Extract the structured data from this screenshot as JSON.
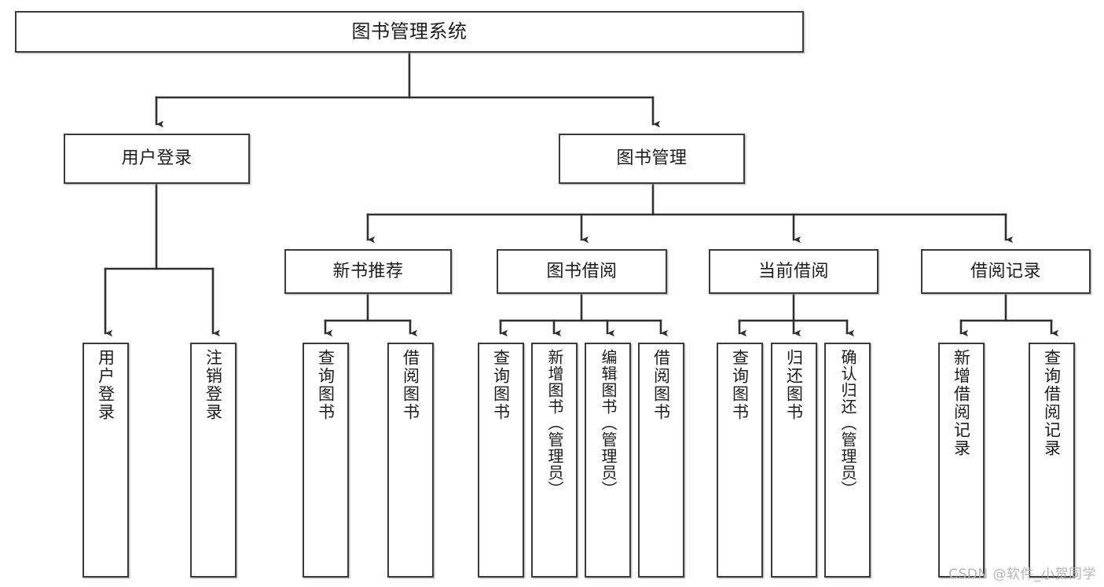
{
  "diagram": {
    "title": "图书管理系统",
    "type": "功能结构图",
    "root": {
      "label": "图书管理系统"
    },
    "level2": [
      {
        "id": "user-login",
        "label": "用户登录"
      },
      {
        "id": "book-manage",
        "label": "图书管理"
      }
    ],
    "level3": [
      {
        "id": "new-book",
        "label": "新书推荐"
      },
      {
        "id": "borrow",
        "label": "图书借阅"
      },
      {
        "id": "current",
        "label": "当前借阅"
      },
      {
        "id": "record",
        "label": "借阅记录"
      }
    ],
    "leaves": [
      {
        "id": "leaf-1",
        "label": "用户登录",
        "parent": "user-login"
      },
      {
        "id": "leaf-2",
        "label": "注销登录",
        "parent": "user-login"
      },
      {
        "id": "leaf-3",
        "label": "查询图书",
        "parent": "new-book"
      },
      {
        "id": "leaf-4",
        "label": "借阅图书",
        "parent": "new-book"
      },
      {
        "id": "leaf-5",
        "label": "查询图书",
        "parent": "borrow"
      },
      {
        "id": "leaf-6",
        "label": "新增图书（管理员）",
        "parent": "borrow"
      },
      {
        "id": "leaf-7",
        "label": "编辑图书（管理员）",
        "parent": "borrow"
      },
      {
        "id": "leaf-8",
        "label": "借阅图书",
        "parent": "borrow"
      },
      {
        "id": "leaf-9",
        "label": "查询图书",
        "parent": "current"
      },
      {
        "id": "leaf-10",
        "label": "归还图书",
        "parent": "current"
      },
      {
        "id": "leaf-11",
        "label": "确认归还（管理员）",
        "parent": "current"
      },
      {
        "id": "leaf-12",
        "label": "新增借阅记录",
        "parent": "record"
      },
      {
        "id": "leaf-13",
        "label": "查询借阅记录",
        "parent": "record"
      }
    ]
  },
  "watermark": {
    "text": "CSDN @软件_小贺同学"
  },
  "colors": {
    "stroke": "#3b3b3b",
    "box_fill": "#ffffff",
    "text": "#1c1c1c",
    "watermark": "#b4b4b4",
    "background": "#ffffff"
  }
}
